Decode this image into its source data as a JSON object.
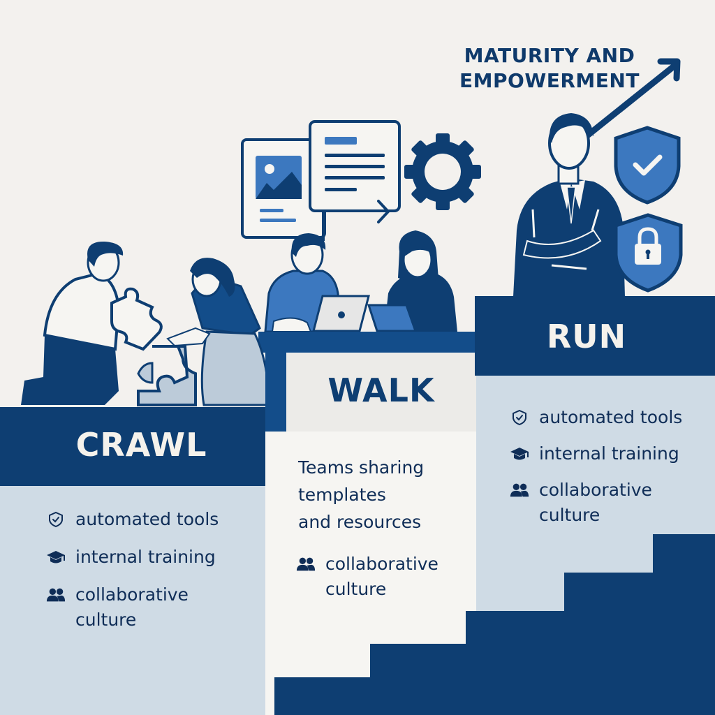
{
  "headline": {
    "line1": "MATURITY AND",
    "line2": "EMPOWERMENT",
    "arrow_icon": "trend-up-arrow"
  },
  "colors": {
    "navy": "#0e3e72",
    "mid_blue": "#3c78bf",
    "light_blue_gray": "#cfdbe5",
    "off_white": "#f3f1ee",
    "text_dark": "#0f2d57"
  },
  "stages": {
    "crawl": {
      "title": "CRAWL",
      "items": [
        {
          "icon": "shield-check-icon",
          "label": "automated tools"
        },
        {
          "icon": "graduation-cap-icon",
          "label": "internal training"
        },
        {
          "icon": "people-icon",
          "label": "collaborative culture",
          "line1": "collaborative",
          "line2": "culture"
        }
      ],
      "illustration": "two people assembling puzzle pieces"
    },
    "walk": {
      "title": "WALK",
      "description": {
        "line1": "Teams sharing",
        "line2": "templates",
        "line3": "and resources"
      },
      "items": [
        {
          "icon": "people-icon",
          "label": "collaborative culture",
          "line1": "collaborative",
          "line2": "culture"
        }
      ],
      "illustration": "two people working on laptops with shared documents and gear"
    },
    "run": {
      "title": "RUN",
      "items": [
        {
          "icon": "shield-check-icon",
          "label": "automated tools"
        },
        {
          "icon": "graduation-cap-icon",
          "label": "internal training"
        },
        {
          "icon": "people-icon",
          "label": "collaborative culture",
          "line1": "collaborative",
          "line2": "culture"
        }
      ],
      "illustration": "confident businessman with arms crossed beside security shields"
    }
  }
}
